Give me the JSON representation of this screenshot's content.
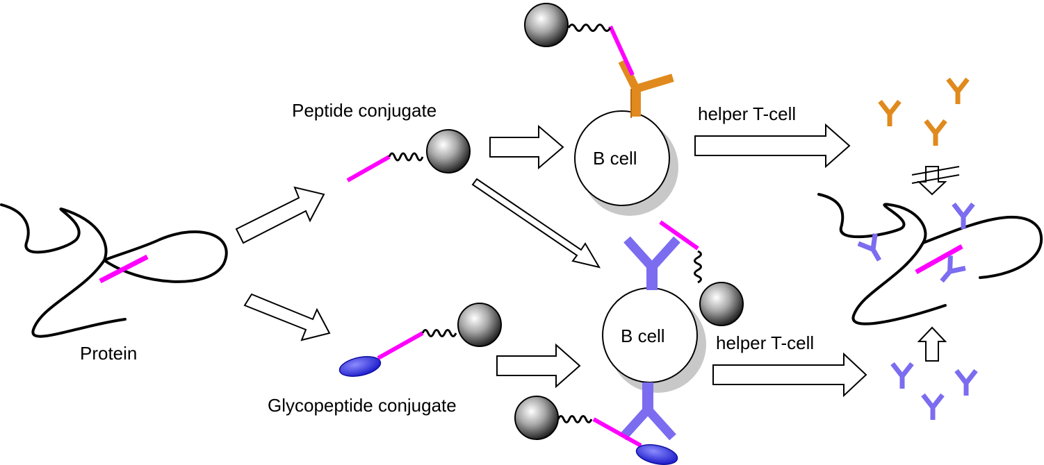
{
  "labels": {
    "protein": "Protein",
    "peptide_conjugate": "Peptide conjugate",
    "glycopeptide_conjugate": "Glycopeptide conjugate",
    "b_cell_top": "B cell",
    "b_cell_bottom": "B cell",
    "helper_top": "helper T-cell",
    "helper_bottom": "helper T-cell"
  },
  "colors": {
    "epitope": "#ff00ff",
    "antibody_orange": "#e08a1e",
    "antibody_purple": "#7b6cf0",
    "glycan": "#2a2ae0",
    "chain": "#000000"
  }
}
